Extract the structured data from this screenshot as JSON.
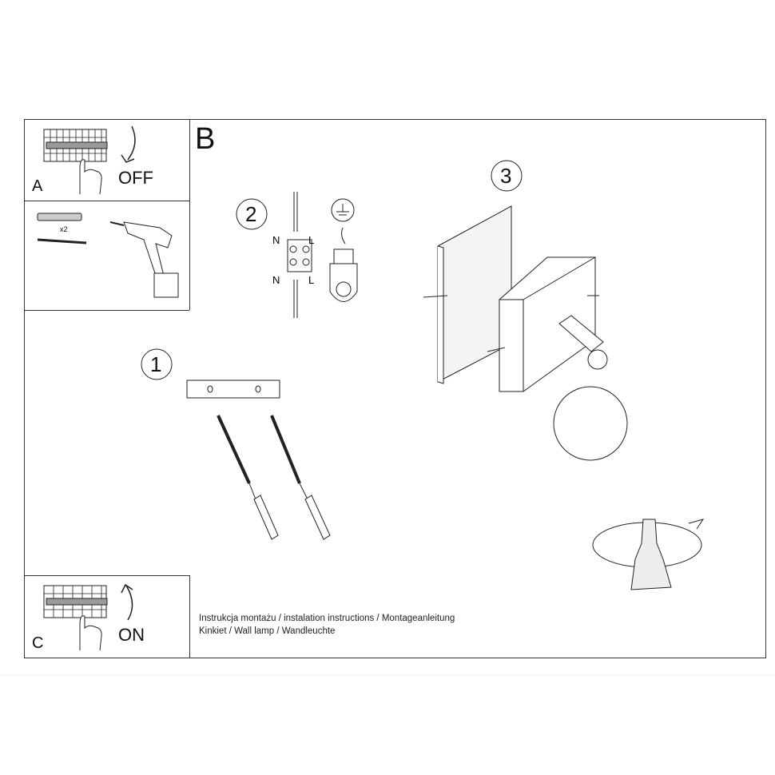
{
  "panels": {
    "a": {
      "letter": "A",
      "action": "OFF"
    },
    "tools": {
      "quantity": "x2"
    },
    "b": {
      "letter": "B"
    },
    "c": {
      "letter": "C",
      "action": "ON"
    }
  },
  "steps": {
    "step1": "1",
    "step2": "2",
    "step3": "3"
  },
  "wiring": {
    "n_top": "N",
    "l_top": "L",
    "n_bottom": "N",
    "l_bottom": "L"
  },
  "caption": {
    "line1": "Instrukcja montażu / instalation instructions / Montageanleitung",
    "line2": "Kinkiet / Wall lamp / Wandleuchte"
  }
}
